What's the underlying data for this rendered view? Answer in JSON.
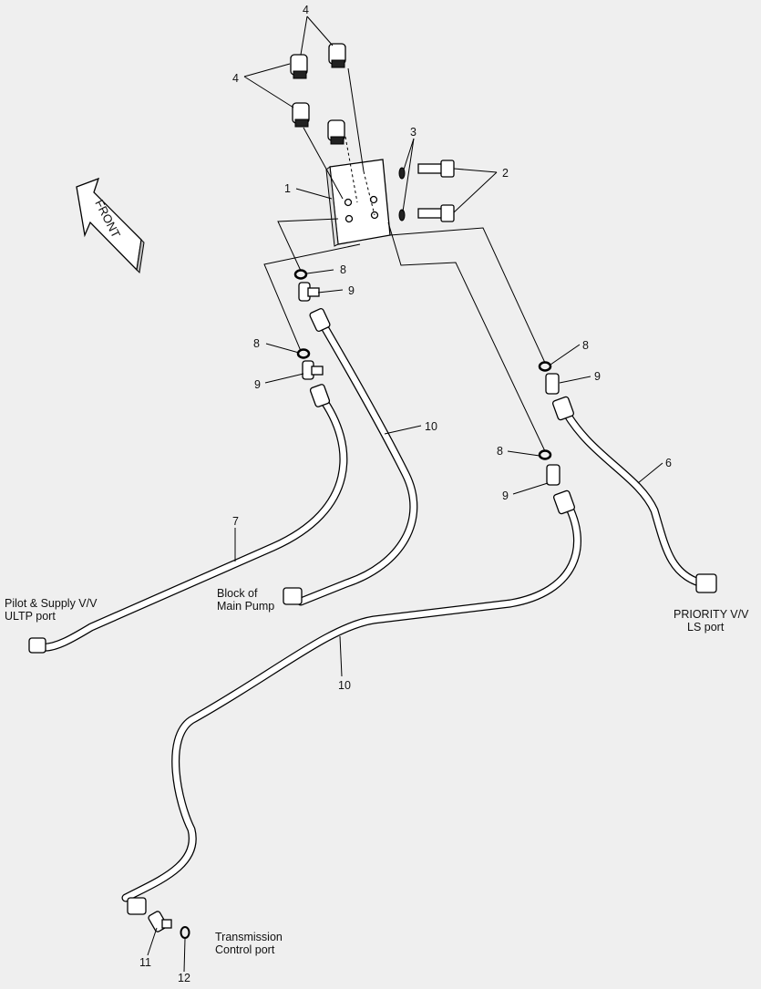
{
  "direction_arrow": {
    "label": "FRONT"
  },
  "callouts": {
    "c1": "1",
    "c2": "2",
    "c3": "3",
    "c4_top": "4",
    "c4_left": "4",
    "c6": "6",
    "c7": "7",
    "c8_a": "8",
    "c8_b": "8",
    "c8_c": "8",
    "c8_d": "8",
    "c9_a": "9",
    "c9_b": "9",
    "c9_c": "9",
    "c9_d": "9",
    "c10_upper": "10",
    "c10_lower": "10",
    "c11": "11",
    "c12": "12"
  },
  "port_labels": {
    "pilot_line1": "Pilot & Supply V/V",
    "pilot_line2": "ULTP port",
    "pump_line1": "Block of",
    "pump_line2": "Main Pump",
    "priority_line1": "PRIORITY V/V",
    "priority_line2": "LS port",
    "trans_line1": "Transmission",
    "trans_line2": "Control port"
  },
  "colors": {
    "background": "#efefef",
    "line": "#000000"
  }
}
